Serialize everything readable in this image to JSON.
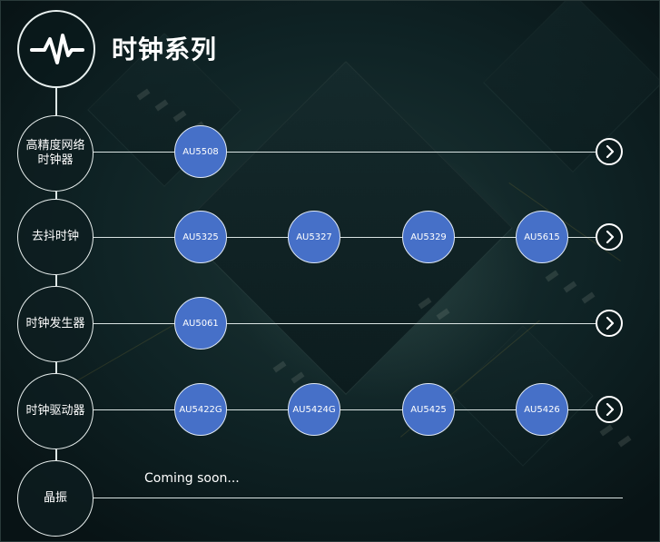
{
  "header": {
    "title": "时钟系列",
    "logo_icon": "pulse-wave-icon"
  },
  "categories": [
    {
      "label": "高精度网络时钟器",
      "products": [
        "AU5508"
      ],
      "has_more": true
    },
    {
      "label": "去抖时钟",
      "products": [
        "AU5325",
        "AU5327",
        "AU5329",
        "AU5615"
      ],
      "has_more": true
    },
    {
      "label": "时钟发生器",
      "products": [
        "AU5061"
      ],
      "has_more": true
    },
    {
      "label": "时钟驱动器",
      "products": [
        "AU5422G",
        "AU5424G",
        "AU5425",
        "AU5426"
      ],
      "has_more": true
    },
    {
      "label": "晶振",
      "products": [],
      "note": "Coming soon...",
      "has_more": false
    }
  ],
  "colors": {
    "node_fill": "#4670c8",
    "line": "#d9e3e2",
    "text": "#ffffff"
  },
  "icons": {
    "more": "chevron-right-circle-icon"
  }
}
